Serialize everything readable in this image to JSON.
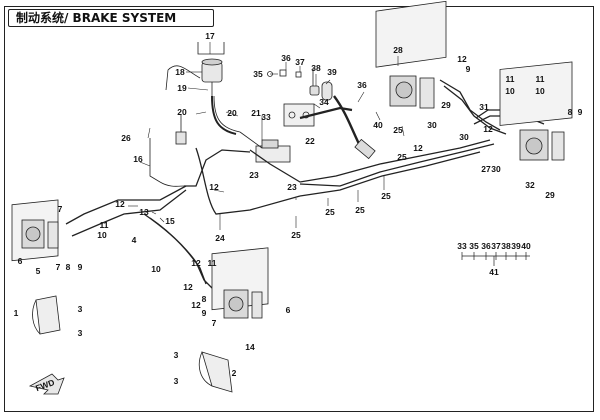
{
  "title": "制动系统/ BRAKE SYSTEM",
  "kit_codes": [
    "33",
    "35",
    "36",
    "37",
    "38",
    "39",
    "40"
  ],
  "kit_label": "41",
  "fwd_label": "FWD",
  "callouts": [
    {
      "id": "c17a",
      "t": "17"
    },
    {
      "id": "c18",
      "t": "18"
    },
    {
      "id": "c19",
      "t": "19"
    },
    {
      "id": "c20a",
      "t": "20"
    },
    {
      "id": "c20b",
      "t": "20"
    },
    {
      "id": "c21",
      "t": "21"
    },
    {
      "id": "c22",
      "t": "22"
    },
    {
      "id": "c23a",
      "t": "23"
    },
    {
      "id": "c23b",
      "t": "23"
    },
    {
      "id": "c24",
      "t": "24"
    },
    {
      "id": "c26",
      "t": "26"
    },
    {
      "id": "c16",
      "t": "16"
    },
    {
      "id": "c12a",
      "t": "12"
    },
    {
      "id": "c12b",
      "t": "12"
    },
    {
      "id": "c12c",
      "t": "12"
    },
    {
      "id": "c12d",
      "t": "12"
    },
    {
      "id": "c12e",
      "t": "12"
    },
    {
      "id": "c12f",
      "t": "12"
    },
    {
      "id": "c13",
      "t": "13"
    },
    {
      "id": "c15",
      "t": "15"
    },
    {
      "id": "c4",
      "t": "4"
    },
    {
      "id": "c10a",
      "t": "10"
    },
    {
      "id": "c11a",
      "t": "11"
    },
    {
      "id": "c7a",
      "t": "7"
    },
    {
      "id": "c6a",
      "t": "6"
    },
    {
      "id": "c5a",
      "t": "5"
    },
    {
      "id": "c7b",
      "t": "7"
    },
    {
      "id": "c8a",
      "t": "8"
    },
    {
      "id": "c9a",
      "t": "9"
    },
    {
      "id": "c10b",
      "t": "10"
    },
    {
      "id": "c11b",
      "t": "11"
    },
    {
      "id": "c12g",
      "t": "12"
    },
    {
      "id": "c7c",
      "t": "7"
    },
    {
      "id": "c8b",
      "t": "8"
    },
    {
      "id": "c9b",
      "t": "9"
    },
    {
      "id": "c6b",
      "t": "6"
    },
    {
      "id": "c14",
      "t": "14"
    },
    {
      "id": "c1",
      "t": "1"
    },
    {
      "id": "c3a",
      "t": "3"
    },
    {
      "id": "c3b",
      "t": "3"
    },
    {
      "id": "c3c",
      "t": "3"
    },
    {
      "id": "c3d",
      "t": "3"
    },
    {
      "id": "c2",
      "t": "2"
    },
    {
      "id": "c36a",
      "t": "36"
    },
    {
      "id": "c37",
      "t": "37"
    },
    {
      "id": "c35",
      "t": "35"
    },
    {
      "id": "c38",
      "t": "38"
    },
    {
      "id": "c39",
      "t": "39"
    },
    {
      "id": "c33",
      "t": "33"
    },
    {
      "id": "c34",
      "t": "34"
    },
    {
      "id": "c36b",
      "t": "36"
    },
    {
      "id": "c40",
      "t": "40"
    },
    {
      "id": "c28",
      "t": "28"
    },
    {
      "id": "c25a",
      "t": "25"
    },
    {
      "id": "c25b",
      "t": "25"
    },
    {
      "id": "c25c",
      "t": "25"
    },
    {
      "id": "c25d",
      "t": "25"
    },
    {
      "id": "c25e",
      "t": "25"
    },
    {
      "id": "c25f",
      "t": "25"
    },
    {
      "id": "c25g",
      "t": "25"
    },
    {
      "id": "c30a",
      "t": "30"
    },
    {
      "id": "c29a",
      "t": "29"
    },
    {
      "id": "c12h",
      "t": "12"
    },
    {
      "id": "c9c",
      "t": "9"
    },
    {
      "id": "c11c",
      "t": "11"
    },
    {
      "id": "c10c",
      "t": "10"
    },
    {
      "id": "c31",
      "t": "31"
    },
    {
      "id": "c30b",
      "t": "30"
    },
    {
      "id": "c12i",
      "t": "12"
    },
    {
      "id": "c27",
      "t": "27"
    },
    {
      "id": "c11d",
      "t": "11"
    },
    {
      "id": "c10d",
      "t": "10"
    },
    {
      "id": "c8c",
      "t": "8"
    },
    {
      "id": "c9d",
      "t": "9"
    },
    {
      "id": "c30c",
      "t": "30"
    },
    {
      "id": "c32",
      "t": "32"
    },
    {
      "id": "c29b",
      "t": "29"
    },
    {
      "id": "c7d",
      "t": "7"
    },
    {
      "id": "c8d",
      "t": "8"
    },
    {
      "id": "c9e",
      "t": "9"
    }
  ]
}
